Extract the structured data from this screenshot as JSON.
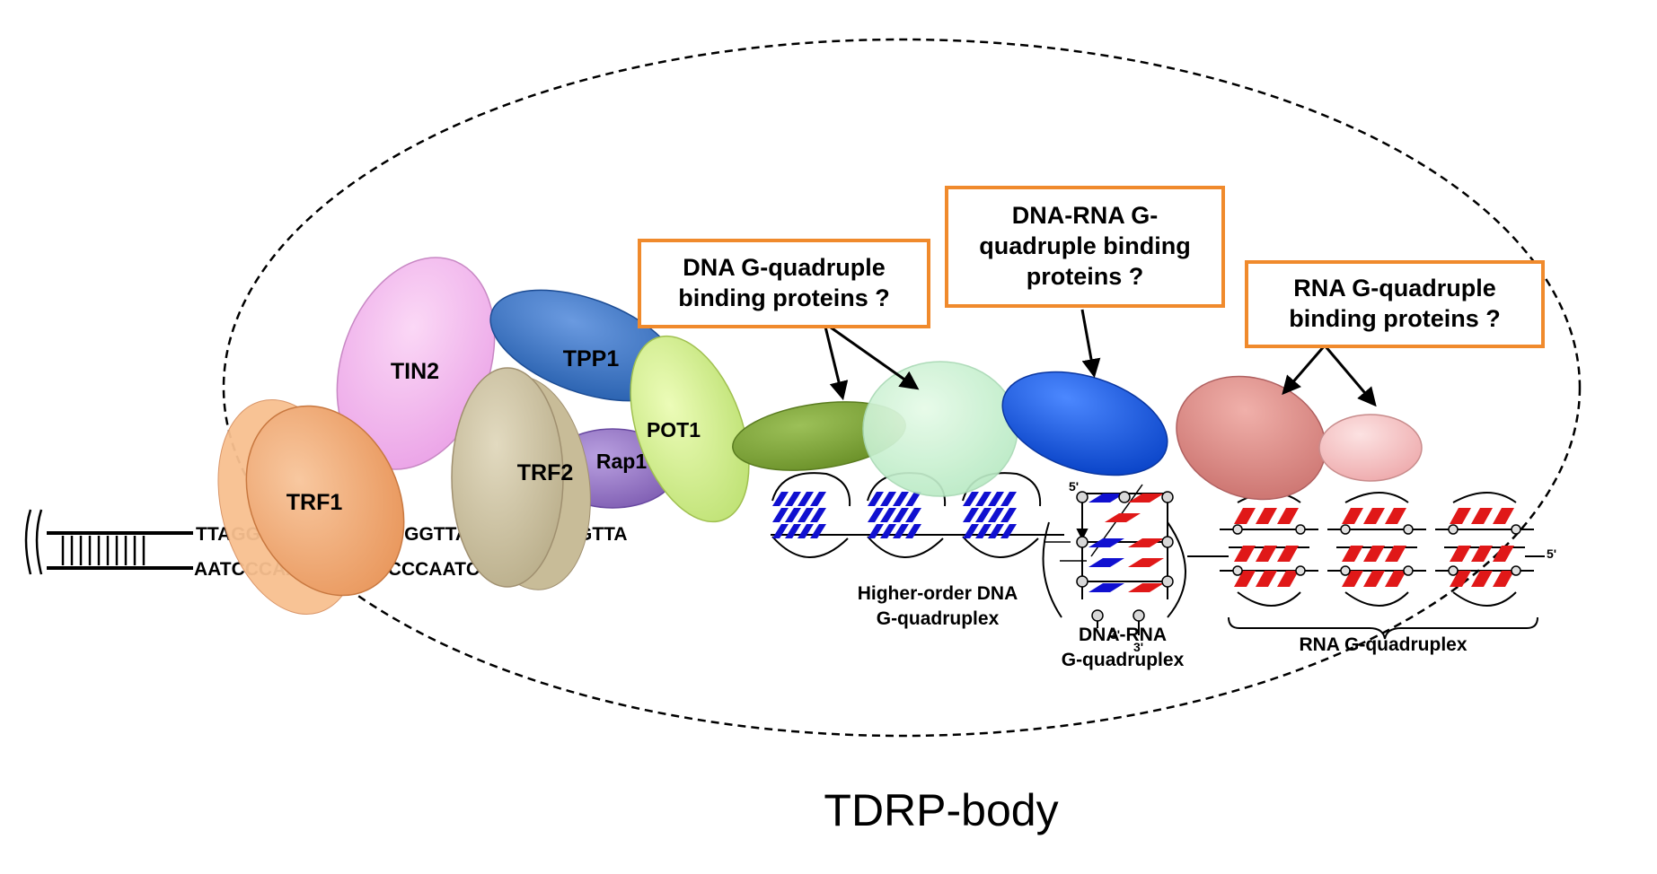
{
  "body_label": "TDRP-body",
  "proteins": {
    "trf1": "TRF1",
    "tin2": "TIN2",
    "tpp1": "TPP1",
    "trf2": "TRF2",
    "rap1": "Rap1",
    "pot1": "POT1"
  },
  "sequence": {
    "top_strand": "TTAGGGTTAGGGTTAGGGTTAGGGTTAGGGTTA",
    "bottom_strand": "AATCCCAATCCCAATCCCAATCCCAAT"
  },
  "question_boxes": {
    "dna": "DNA G-quadruple binding proteins ?",
    "dna_rna": "DNA-RNA G-quadruple binding proteins ?",
    "rna": "RNA G-quadruple binding proteins ?"
  },
  "structure_labels": {
    "dna_gq": "Higher-order DNA G-quadruplex",
    "dna_rna_gq": "DNA-RNA G-quadruplex",
    "rna_gq": "RNA G-quadruplex"
  },
  "end_labels": {
    "five_prime": "5'",
    "three_prime": "3'"
  },
  "colors": {
    "border": "#f08a2c",
    "dna_strand": "#1010d0",
    "rna_strand": "#e01818",
    "trf1": "#f0a068",
    "tin2": "#f4b8f0",
    "tpp1": "#3c78c8",
    "trf2": "#cdc2a2",
    "rap1": "#9878c4",
    "pot1": "#d4f08c",
    "green_protein": "#80a83c",
    "light_green_protein": "#c8f0d0",
    "blue_protein": "#1e5ee8",
    "pink_protein": "#e0908c",
    "light_pink_protein": "#f4c4c4"
  }
}
